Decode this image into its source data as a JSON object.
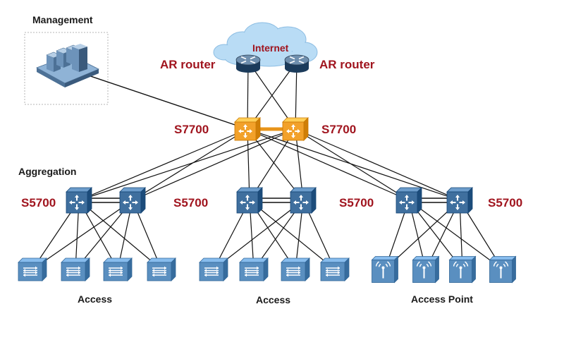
{
  "labels": {
    "management": "Management",
    "internet": "Internet",
    "ar_router_left": "AR router",
    "ar_router_right": "AR router",
    "core_left": "S7700",
    "core_right": "S7700",
    "aggregation": "Aggregation",
    "agg_group1_left": "S5700",
    "agg_group1_right": "S5700",
    "agg_group3_left": "S5700",
    "agg_group3_right": "S5700",
    "access_group1": "Access",
    "access_group2": "Access",
    "access_group3": "Access Point"
  },
  "colors": {
    "label_red": "#a0141e",
    "core_switch": "#f2a12a",
    "agg_switch": "#3f6f9e",
    "access_device": "#5a8fc0",
    "router": "#2f4f6f",
    "cloud": "#b9dcf5",
    "link": "#111111"
  },
  "icons": {
    "router": "router-icon",
    "core_switch": "layer3-switch-icon",
    "aggregation_switch": "switch-icon",
    "access_switch": "access-switch-icon",
    "access_point": "wireless-ap-icon",
    "server": "server-icon",
    "cloud": "cloud-icon"
  }
}
